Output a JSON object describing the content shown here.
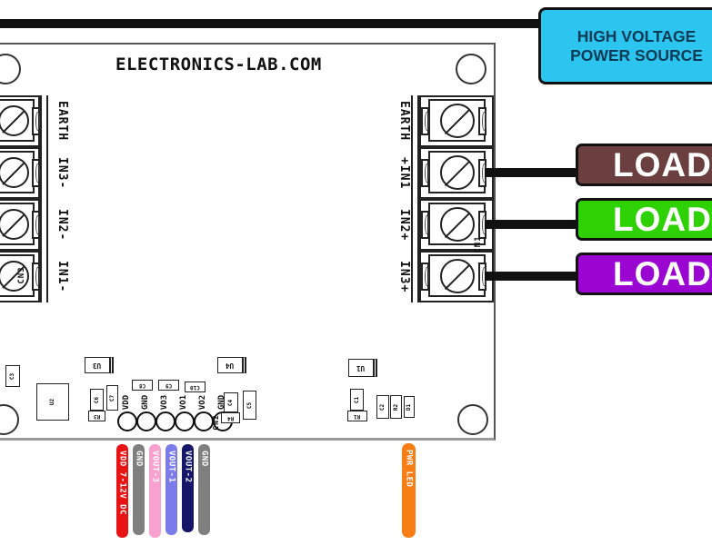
{
  "title": "ELECTRONICS-LAB.COM",
  "power_source": {
    "line1": "HIGH VOLTAGE",
    "line2": "POWER SOURCE",
    "fill_color": "#2CC5F0",
    "text_color": "#0B3B55"
  },
  "loads": [
    {
      "label": "LOAD",
      "color": "#6B3F3F"
    },
    {
      "label": "LOAD",
      "color": "#2ED204"
    },
    {
      "label": "LOAD",
      "color": "#9A05D2"
    }
  ],
  "terminal_blocks": {
    "left": {
      "connector": "CN3",
      "labels": [
        "EARTH",
        "IN3-",
        "IN2-",
        "IN1-"
      ]
    },
    "right": {
      "connector": "CN1",
      "labels": [
        "EARTH",
        "+IN1",
        "IN2+",
        "IN3+"
      ]
    }
  },
  "pin_header": {
    "connector": "CN2",
    "pins": [
      "VDD",
      "GND",
      "VO3",
      "VO1",
      "VO2",
      "GND"
    ]
  },
  "wires": [
    {
      "label": "VDD 7-12V DC",
      "color": "#E81313"
    },
    {
      "label": "GND",
      "color": "#7F7F7F"
    },
    {
      "label": "VOUT-3",
      "color": "#F8A0CE"
    },
    {
      "label": "VOUT-1",
      "color": "#7B7BEA"
    },
    {
      "label": "VOUT-2",
      "color": "#151569"
    },
    {
      "label": "GND",
      "color": "#7F7F7F"
    }
  ],
  "pwr_led_wire": {
    "label": "PWR LED",
    "color": "#F67E14"
  },
  "components": [
    "U1",
    "U2",
    "U3",
    "U4",
    "C1",
    "C2",
    "C3",
    "C4",
    "C5",
    "C6",
    "C7",
    "C8",
    "C9",
    "C10",
    "R1",
    "R2",
    "R3",
    "R4",
    "D1"
  ]
}
